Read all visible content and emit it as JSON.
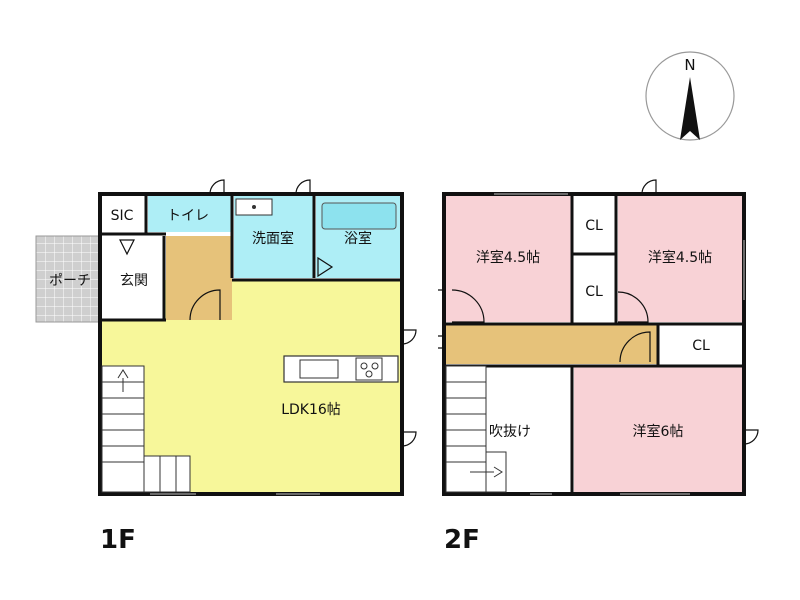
{
  "colors": {
    "ldk": "#f7f79a",
    "wet": "#aeeef6",
    "corridor": "#e6c27a",
    "bedroom": "#f8d2d6",
    "tile": "#c8c8c8",
    "wall": "#111111"
  },
  "compass": {
    "north": "N"
  },
  "floor1": {
    "label": "1F",
    "rooms": {
      "sic": "SIC",
      "toilet": "トイレ",
      "washroom": "洗面室",
      "bathroom": "浴室",
      "porch": "ポーチ",
      "entrance": "玄関",
      "ldk": "LDK16帖"
    }
  },
  "floor2": {
    "label": "2F",
    "rooms": {
      "west_bedroom": "洋室4.5帖",
      "east_bedroom": "洋室4.5帖",
      "south_bedroom": "洋室6帖",
      "closet_1": "CL",
      "closet_2": "CL",
      "closet_3": "CL",
      "void": "吹抜け"
    }
  }
}
